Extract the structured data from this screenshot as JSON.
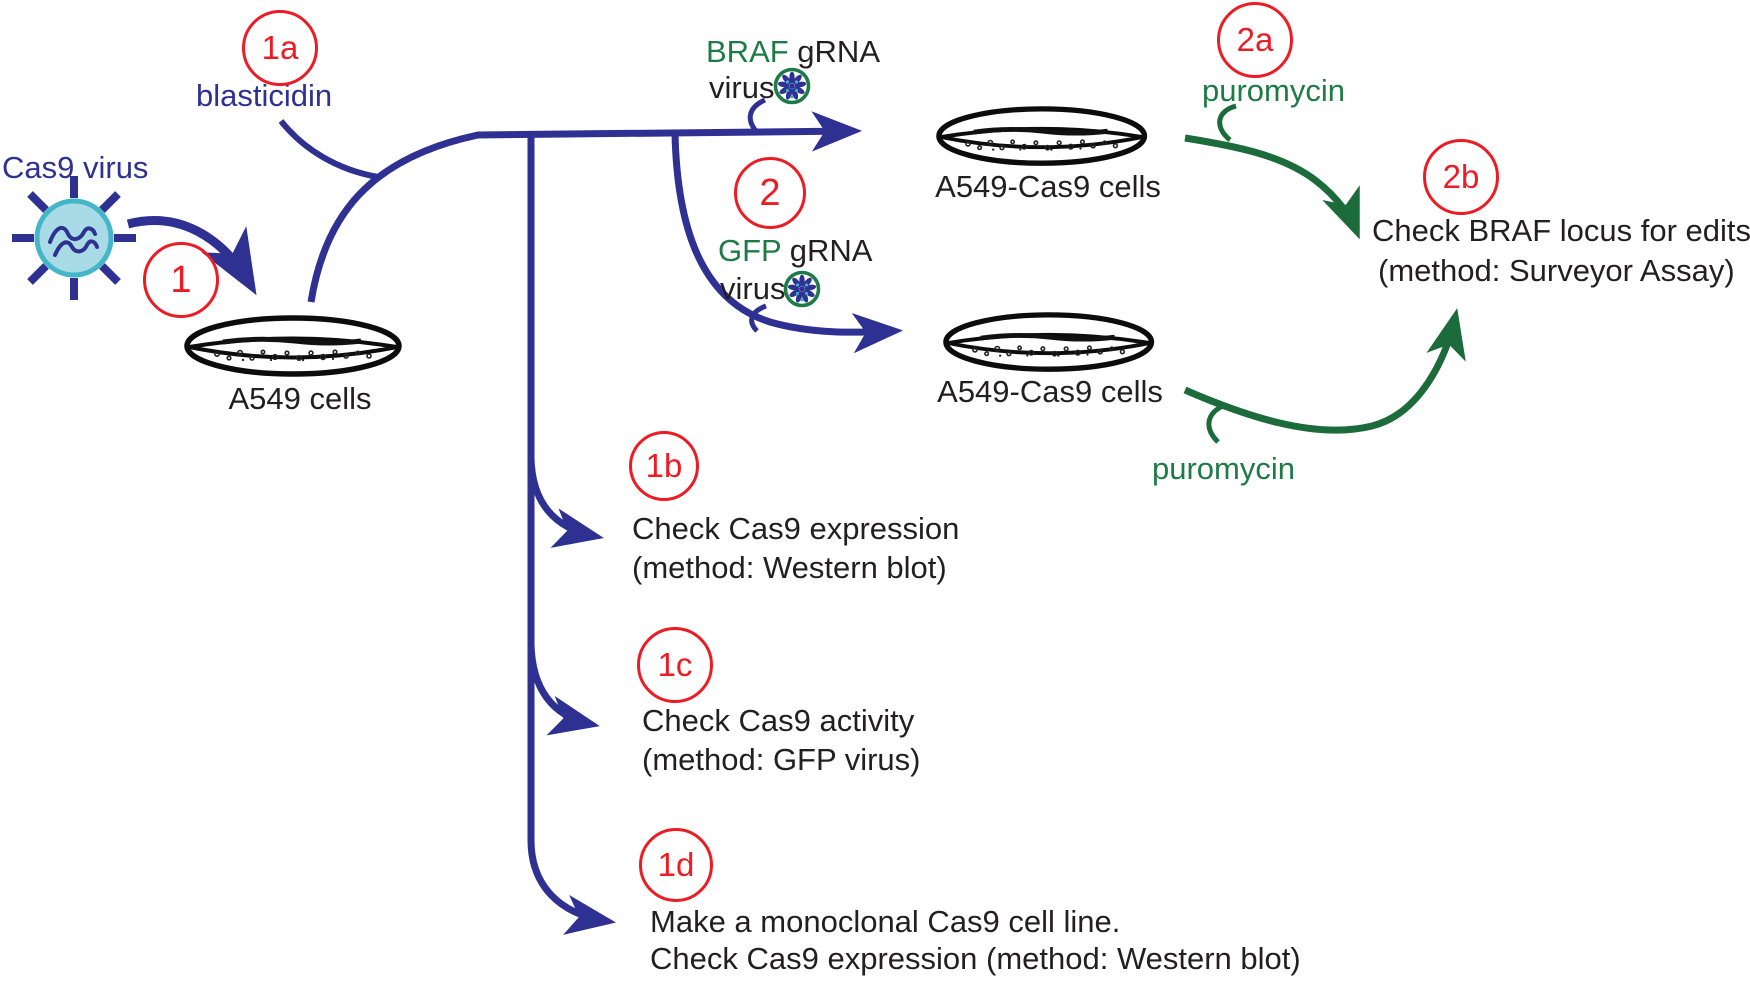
{
  "colors": {
    "navy": "#2e3192",
    "green_text": "#1e7b46",
    "green_arrow": "#1c6b3a",
    "red": "#ed1c24",
    "black": "#231f20",
    "virus_body_fill": "#a8dbe5",
    "virus_body_rim": "#44b6c9",
    "mini_virus_ring": "#1e7b46",
    "teal_speckle": "#35b4c9"
  },
  "nodes": {
    "cas9_virus_label": "Cas9 virus",
    "blasticidin": "blasticidin",
    "dish1_label": "A549 cells",
    "dish_top_label": "A549-Cas9 cells",
    "dish_bottom_label": "A549-Cas9 cells",
    "puromycin_top": "puromycin",
    "puromycin_bottom": "puromycin",
    "braf_virus": {
      "gene": "BRAF",
      "rest": " gRNA",
      "line2": "virus"
    },
    "gfp_virus": {
      "gene": "GFP",
      "rest": " gRNA",
      "line2": "virus"
    }
  },
  "steps": {
    "s1": "1",
    "s1a": "1a",
    "s1b": "1b",
    "s1c": "1c",
    "s1d": "1d",
    "s2": "2",
    "s2a": "2a",
    "s2b": "2b"
  },
  "annotations": {
    "step2b": [
      "Check BRAF locus for edits",
      "(method: Surveyor Assay)"
    ],
    "step1b": [
      "Check Cas9 expression",
      "(method: Western blot)"
    ],
    "step1c": [
      "Check Cas9 activity",
      "(method: GFP virus)"
    ],
    "step1d": [
      "Make a monoclonal Cas9 cell line.",
      "Check Cas9 expression (method: Western blot)"
    ]
  }
}
